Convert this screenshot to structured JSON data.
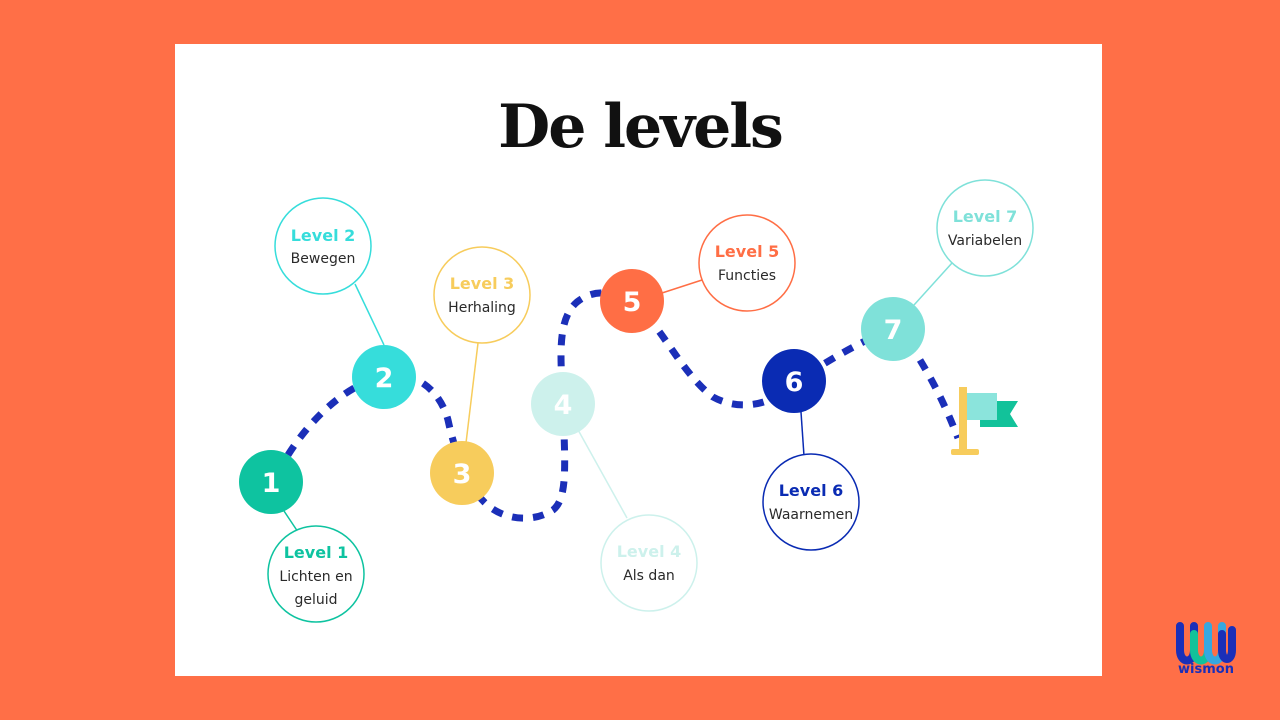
{
  "title": "De levels",
  "levels": [
    {
      "num": "1",
      "label": "Level 1",
      "desc1": "Lichten en",
      "desc2": "geluid",
      "color": "#0EC3A0"
    },
    {
      "num": "2",
      "label": "Level 2",
      "desc1": "Bewegen",
      "color": "#36DDDB"
    },
    {
      "num": "3",
      "label": "Level 3",
      "desc1": "Herhaling",
      "color": "#F7CC5C"
    },
    {
      "num": "4",
      "label": "Level 4",
      "desc1": "Als dan",
      "color": "#CDF1EC"
    },
    {
      "num": "5",
      "label": "Level 5",
      "desc1": "Functies",
      "color": "#FF6E45"
    },
    {
      "num": "6",
      "label": "Level 6",
      "desc1": "Waarnemen",
      "color": "#0A2BB3"
    },
    {
      "num": "7",
      "label": "Level 7",
      "desc1": "Variabelen",
      "color": "#7FE1D9"
    }
  ],
  "path_color": "#1B2FB8",
  "logo_text": "wismon"
}
